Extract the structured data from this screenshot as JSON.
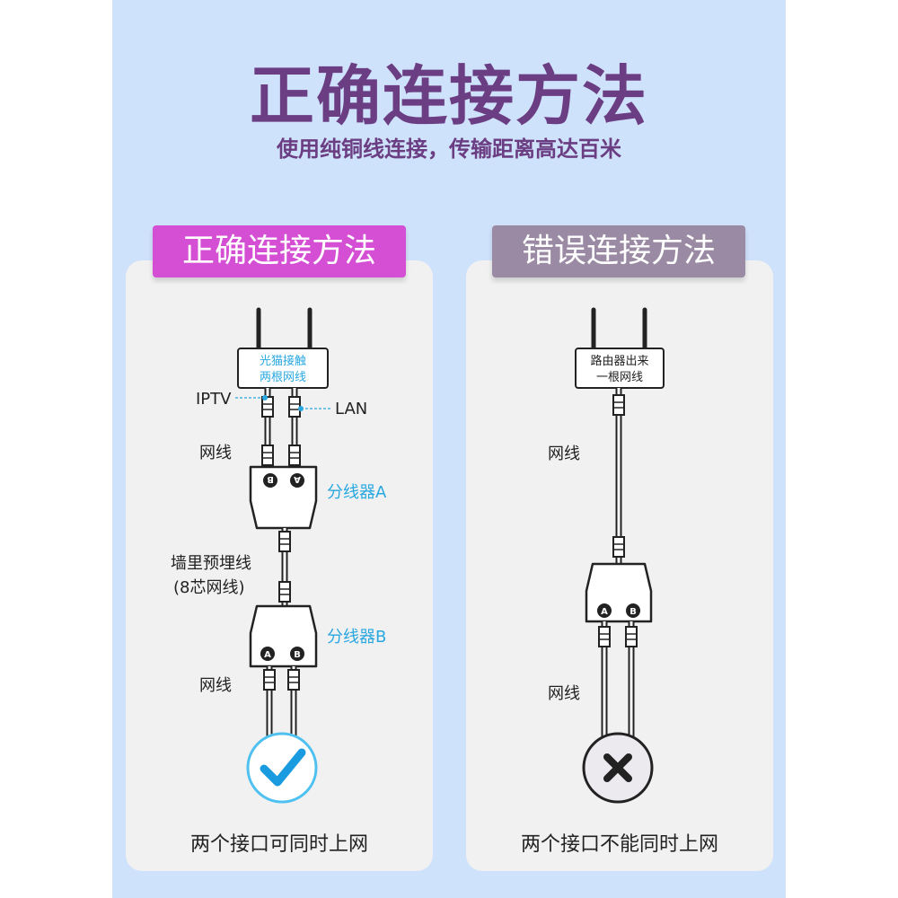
{
  "header": {
    "title": "正确连接方法",
    "subtitle": "使用纯铜线连接，传输距离高达百米"
  },
  "correct": {
    "badge": "正确连接方法",
    "router_label_line1": "光猫接触",
    "router_label_line2": "两根网线",
    "port_iptv": "IPTV",
    "port_lan": "LAN",
    "cable_top": "网线",
    "splitter_a": "分线器A",
    "wall_line1": "墙里预埋线",
    "wall_line2": "(8芯网线)",
    "splitter_b": "分线器B",
    "cable_bottom": "网线",
    "port_a": "A",
    "port_b": "B",
    "caption": "两个接口可同时上网",
    "status_icon": "check-icon"
  },
  "wrong": {
    "badge": "错误连接方法",
    "router_label_line1": "路由器出来",
    "router_label_line2": "一根网线",
    "cable_top": "网线",
    "cable_bottom": "网线",
    "port_a": "A",
    "port_b": "B",
    "caption": "两个接口不能同时上网",
    "status_icon": "cross-icon"
  },
  "colors": {
    "title": "#6b3d82",
    "panel_bg": "#cfe2fb",
    "badge_good": "#d44fd4",
    "badge_bad": "#9a8aa3",
    "accent_cyan": "#29a8e0"
  }
}
